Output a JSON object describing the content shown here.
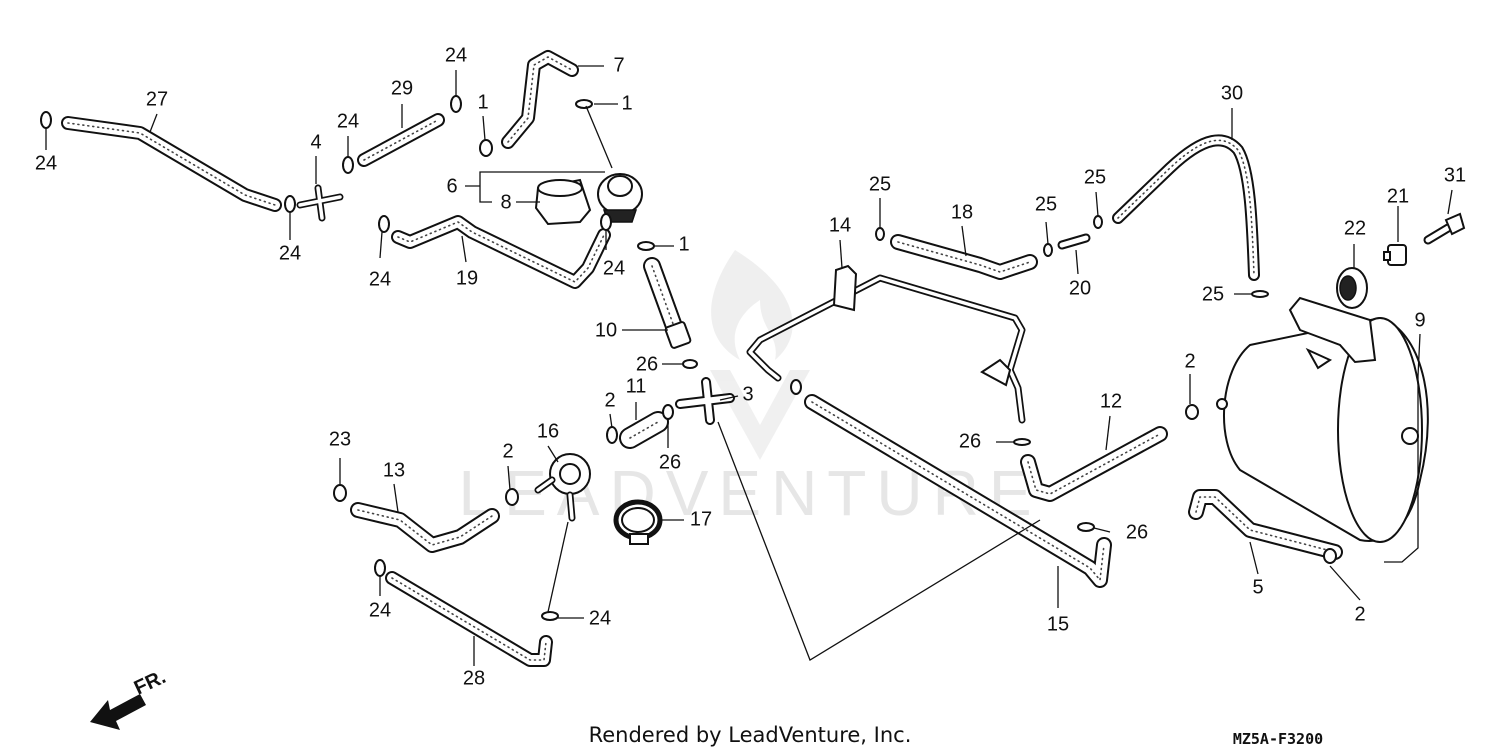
{
  "watermark": "LEADVENTURE",
  "footer": {
    "credit": "Rendered by LeadVenture, Inc.",
    "diagram_code": "MZ5A-F3200"
  },
  "direction_label": "FR.",
  "callouts": {
    "c27": "27",
    "c24a": "24",
    "c24b": "24",
    "c4": "4",
    "c24c": "24",
    "c29": "29",
    "c24d": "24",
    "c1a": "1",
    "c7": "7",
    "c1b": "1",
    "c6": "6",
    "c8": "8",
    "c24e": "24",
    "c19": "19",
    "c24f": "24",
    "c1c": "1",
    "c10": "10",
    "c26a": "26",
    "c3": "3",
    "c11": "11",
    "c2a": "2",
    "c26b": "26",
    "c16": "16",
    "c17": "17",
    "c23": "23",
    "c13": "13",
    "c2b": "2",
    "c24g": "24",
    "c28": "28",
    "c24h": "24",
    "c14": "14",
    "c25a": "25",
    "c18": "18",
    "c25b": "25",
    "c25c": "25",
    "c20": "20",
    "c30": "30",
    "c26c": "26",
    "c12": "12",
    "c26d": "26",
    "c15": "15",
    "c25d": "25",
    "c22": "22",
    "c21": "21",
    "c31": "31",
    "c9": "9",
    "c2c": "2",
    "c5": "5",
    "c2d": "2"
  }
}
